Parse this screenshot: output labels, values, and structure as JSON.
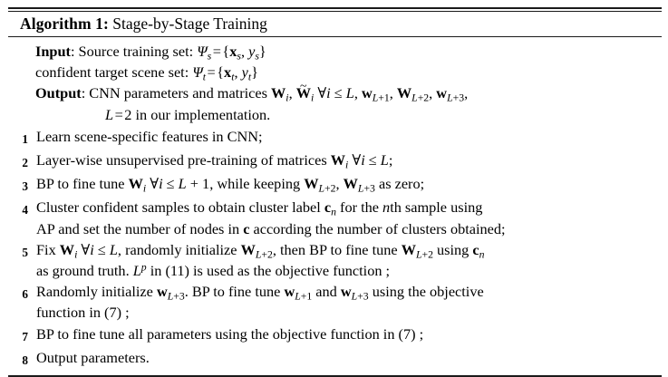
{
  "algorithm": {
    "label": "Algorithm 1:",
    "name": "Stage-by-Stage Training",
    "io": {
      "input_keyword": "Input",
      "input_line_1": ": Source training set: ",
      "input_set_source": "Ψs = {xs, ys}",
      "input_line_2": "confident target scene set: ",
      "input_set_target": "Ψt = {xt, yt}",
      "output_keyword": "Output",
      "output_line": ": CNN parameters and matrices Wi, W̃i ∀i ≤ L, wL+1, WL+2, wL+3,",
      "output_cont": "L = 2 in our implementation."
    },
    "steps": [
      {
        "num": "1",
        "text": "Learn scene-specific features in CNN;"
      },
      {
        "num": "2",
        "text": "Layer-wise unsupervised pre-training of matrices Wi ∀i ≤ L;"
      },
      {
        "num": "3",
        "text": "BP to fine tune Wi ∀i ≤ L + 1, while keeping WL+2, WL+3 as zero;"
      },
      {
        "num": "4",
        "text": "Cluster confident samples to obtain cluster label cn for the nth sample using",
        "cont": "AP and set the number of nodes in c according the number of clusters obtained;"
      },
      {
        "num": "5",
        "text": "Fix Wi ∀i ≤ L, randomly initialize WL+2, then BP to fine tune WL+2 using cn",
        "cont": "as ground truth. Lp in (11) is used as the objective function ;"
      },
      {
        "num": "6",
        "text": "Randomly initialize wL+3. BP to fine tune wL+1 and wL+3 using the objective",
        "cont": "function in (7) ;"
      },
      {
        "num": "7",
        "text": "BP to fine tune all parameters using the objective function in (7) ;"
      },
      {
        "num": "8",
        "text": "Output parameters."
      }
    ]
  },
  "colors": {
    "rule": "#1a1a1a",
    "text": "#000000",
    "background": "#ffffff"
  }
}
